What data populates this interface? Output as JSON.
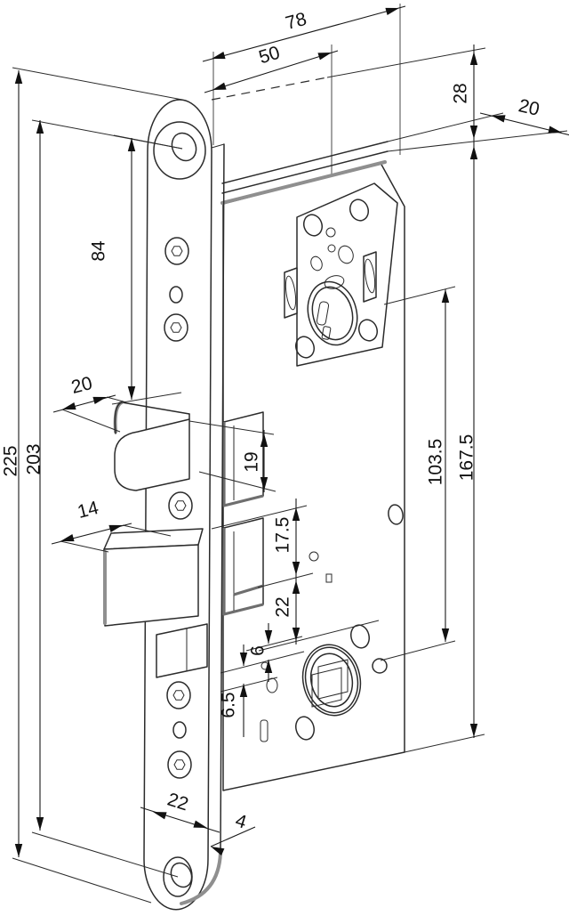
{
  "drawing": {
    "description": "Mortise lock technical dimension drawing, isometric view",
    "units": "mm"
  },
  "dims": {
    "d225": "225",
    "d203": "203",
    "d84": "84",
    "d78": "78",
    "d50": "50",
    "d28": "28",
    "d20_top": "20",
    "d20_latch": "20",
    "d19": "19",
    "d14": "14",
    "d17_5": "17.5",
    "d22_mid": "22",
    "d6": "6",
    "d6_5": "6.5",
    "d103_5": "103.5",
    "d167_5": "167.5",
    "d22_bottom": "22",
    "d4": "4"
  }
}
